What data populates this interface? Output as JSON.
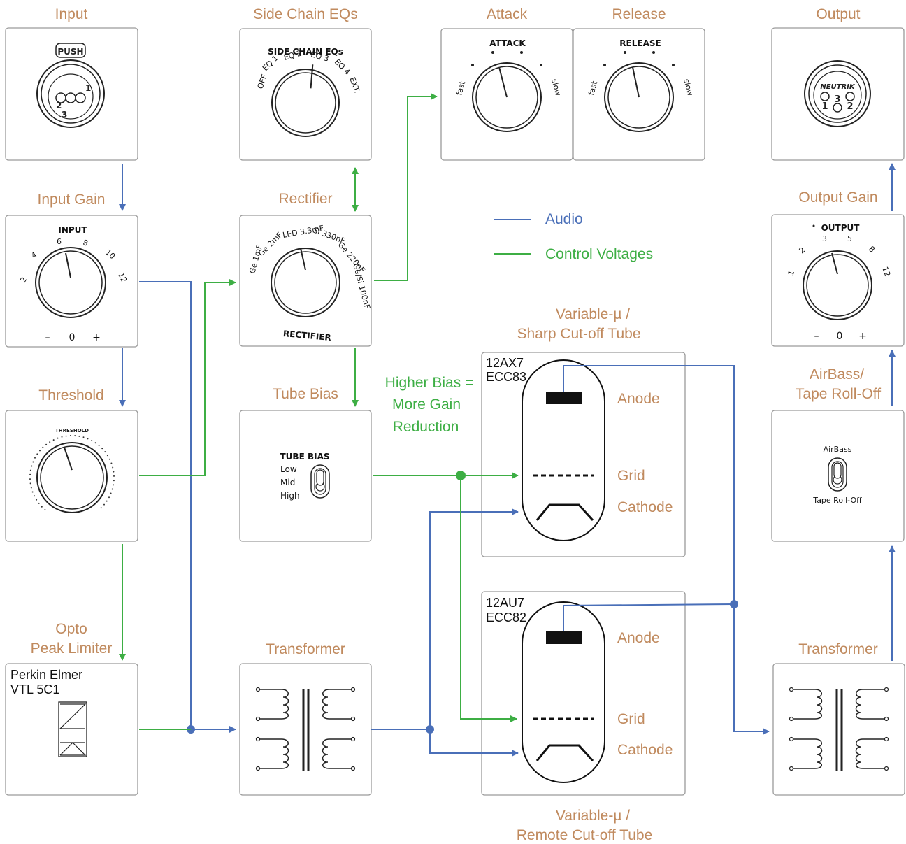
{
  "titles": {
    "input": "Input",
    "side_chain_eqs": "Side Chain EQs",
    "attack": "Attack",
    "release": "Release",
    "output": "Output",
    "input_gain": "Input Gain",
    "rectifier": "Rectifier",
    "output_gain": "Output Gain",
    "threshold": "Threshold",
    "tube_bias": "Tube Bias",
    "variable_mu_sharp_1": "Variable-µ /",
    "variable_mu_sharp_2": "Sharp Cut-off Tube",
    "airbass_1": "AirBass/",
    "airbass_2": "Tape Roll-Off",
    "opto_1": "Opto",
    "opto_2": "Peak Limiter",
    "transformer_left": "Transformer",
    "transformer_right": "Transformer",
    "variable_mu_remote_1": "Variable-µ /",
    "variable_mu_remote_2": "Remote Cut-off Tube"
  },
  "legend": {
    "audio": "Audio",
    "control": "Control Voltages"
  },
  "note": {
    "line1": "Higher Bias =",
    "line2": "More Gain",
    "line3": "Reduction"
  },
  "tubes": {
    "top": {
      "model1": "12AX7",
      "model2": "ECC83",
      "anode": "Anode",
      "grid": "Grid",
      "cathode": "Cathode"
    },
    "bottom": {
      "model1": "12AU7",
      "model2": "ECC82",
      "anode": "Anode",
      "grid": "Grid",
      "cathode": "Cathode"
    }
  },
  "opto": {
    "line1": "Perkin Elmer",
    "line2": "VTL 5C1"
  },
  "input_xlr": {
    "push": "PUSH",
    "pins": [
      "2",
      "3",
      "1"
    ]
  },
  "output_xlr": {
    "brand": "NEUTRIK",
    "pins": [
      "1",
      "3",
      "2"
    ]
  },
  "input_knob": {
    "title": "INPUT",
    "scale": [
      "2",
      "4",
      "6",
      "8",
      "10",
      "12"
    ],
    "minus": "–",
    "zero": "0",
    "plus": "+"
  },
  "output_knob": {
    "title": "OUTPUT",
    "scale": [
      "1",
      "2",
      "3",
      "5",
      "8",
      "12"
    ],
    "minus": "–",
    "zero": "0",
    "plus": "+"
  },
  "sidechain_knob": {
    "title": "SIDE CHAIN EQs",
    "scale": [
      "OFF",
      "EQ 1",
      "EQ 2",
      "EQ 3",
      "EQ 4",
      "EXT."
    ]
  },
  "attack_knob": {
    "title": "ATTACK",
    "fast": "fast",
    "slow": "slow"
  },
  "release_knob": {
    "title": "RELEASE",
    "fast": "fast",
    "slow": "slow"
  },
  "rectifier_knob": {
    "title": "RECTIFIER",
    "labels": [
      "Ge 1mF",
      "Ge 2mF",
      "LED 3.3mF",
      "Si 330nF",
      "Ge 220nF",
      "Ge/Si 100nF"
    ]
  },
  "threshold_knob": {
    "title": "THRESHOLD"
  },
  "tube_bias_switch": {
    "title": "TUBE BIAS",
    "low": "Low",
    "mid": "Mid",
    "high": "High"
  },
  "airbass_switch": {
    "top": "AirBass",
    "bottom": "Tape Roll-Off"
  },
  "colors": {
    "audio": "#4a6fb8",
    "control": "#3dae44",
    "title": "#c08a5e"
  }
}
